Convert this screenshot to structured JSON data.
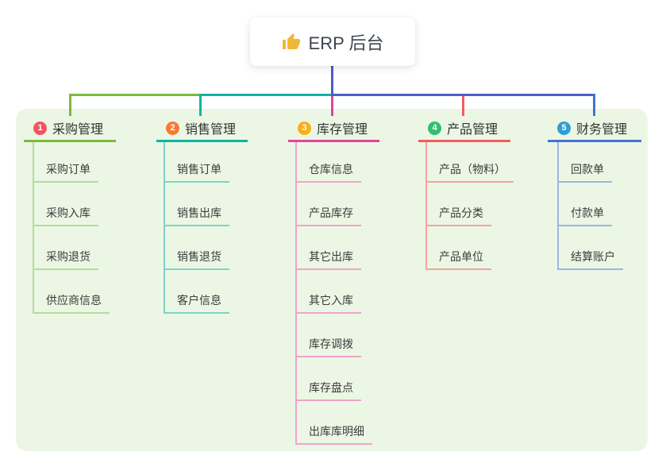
{
  "root": {
    "label": "ERP 后台",
    "icon": "thumbs-up-icon",
    "icon_color": "#f2b735"
  },
  "canvas": {
    "background": "#ffffff",
    "panel_color": "#ebf7e4"
  },
  "connector": {
    "root_color": "#4c5ec9"
  },
  "branches": [
    {
      "badge": "1",
      "label": "采购管理",
      "badge_color": "#f05462",
      "line_color": "#7cb93e",
      "child_line_color": "#b6dc98",
      "children": [
        "采购订单",
        "采购入库",
        "采购退货",
        "供应商信息"
      ]
    },
    {
      "badge": "2",
      "label": "销售管理",
      "badge_color": "#f57b35",
      "line_color": "#10b3a4",
      "child_line_color": "#7ed3c9",
      "children": [
        "销售订单",
        "销售出库",
        "销售退货",
        "客户信息"
      ]
    },
    {
      "badge": "3",
      "label": "库存管理",
      "badge_color": "#fbb017",
      "line_color": "#e0449e",
      "child_line_color": "#f0a4ca",
      "children": [
        "仓库信息",
        "产品库存",
        "其它出库",
        "其它入库",
        "库存调拨",
        "库存盘点",
        "出库库明细"
      ]
    },
    {
      "badge": "4",
      "label": "产品管理",
      "badge_color": "#2ebf70",
      "line_color": "#f25c63",
      "child_line_color": "#f8a2a2",
      "children": [
        "产品（物料）",
        "产品分类",
        "产品单位"
      ]
    },
    {
      "badge": "5",
      "label": "财务管理",
      "badge_color": "#2d9fd8",
      "line_color": "#4571d4",
      "child_line_color": "#9db5e5",
      "children": [
        "回款单",
        "付款单",
        "结算账户"
      ]
    }
  ]
}
